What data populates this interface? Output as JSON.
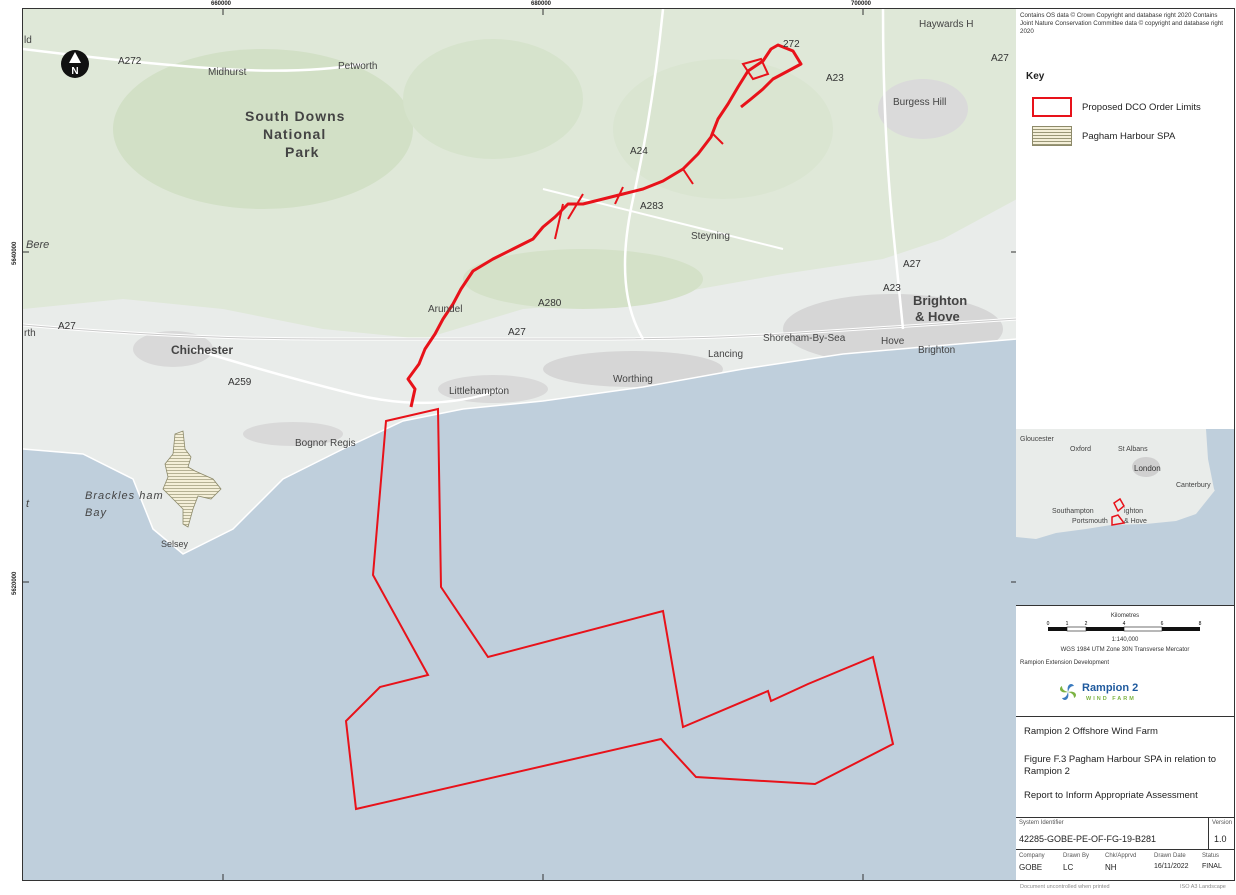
{
  "grid": {
    "x_labels": [
      "660000",
      "680000",
      "700000"
    ],
    "y_labels": [
      "5640000",
      "5620000"
    ]
  },
  "north_label": "N",
  "places": {
    "towns": [
      {
        "name": "Midhurst"
      },
      {
        "name": "Petworth"
      },
      {
        "name": "Chichester"
      },
      {
        "name": "Bognor Regis"
      },
      {
        "name": "Selsey"
      },
      {
        "name": "Arundel"
      },
      {
        "name": "Littlehampton"
      },
      {
        "name": "Worthing"
      },
      {
        "name": "Lancing"
      },
      {
        "name": "Shoreham-By-Sea"
      },
      {
        "name": "Hove"
      },
      {
        "name": "Brighton"
      },
      {
        "name": "Steyning"
      },
      {
        "name": "Burgess Hill"
      },
      {
        "name": "Haywards H"
      }
    ],
    "park_line1": "South Downs",
    "park_line2": "National",
    "park_line3": "Park",
    "brighton_hove_1": "Brighton",
    "brighton_hove_2": "& Hove",
    "bay_1": "Brackles ham",
    "bay_2": "Bay",
    "edge_bere": "Bere",
    "edge_rth": "rth",
    "edge_t": "t",
    "edge_ld": "ld"
  },
  "roads": [
    "A272",
    "A27",
    "A259",
    "A24",
    "A283",
    "A280",
    "A27",
    "A23",
    "A27",
    "A23",
    "A27",
    "272"
  ],
  "panel": {
    "copyright": "Contains OS data © Crown Copyright and database right 2020 Contains Joint Nature Conservation Committee data © copyright and database right 2020",
    "key_title": "Key",
    "key_items": [
      {
        "label": "Proposed DCO Order Limits",
        "color": "#e8121a"
      },
      {
        "label": "Pagham Harbour SPA",
        "color": "#9a9777"
      }
    ],
    "inset": {
      "places": [
        "Gloucester",
        "Oxford",
        "St Albans",
        "London",
        "Canterbury",
        "Southampton",
        "ighton",
        "Portsmouth",
        "& Hove"
      ]
    },
    "scale": {
      "units": "Kilometres",
      "ticks": [
        "0",
        "1",
        "2",
        "4",
        "6",
        "8"
      ],
      "ratio": "1:140,000",
      "projection": "WGS 1984 UTM Zone 30N Transverse Mercator",
      "developer": "Rampion Extension Development"
    },
    "logo": {
      "name": "Rampion 2",
      "tagline": "WIND FARM"
    },
    "title": {
      "project": "Rampion 2 Offshore Wind Farm",
      "figure": "Figure F.3 Pagham Harbour SPA in relation to Rampion 2",
      "report": "Report to Inform Appropriate Assessment"
    },
    "meta": {
      "system_label": "System Identifier",
      "system_value": "42285-GOBE-PE-OF-FG-19-B281",
      "version_label": "Version",
      "version_value": "1.0",
      "company_label": "Company",
      "company_value": "GOBE",
      "drawn_label": "Drawn By",
      "drawn_value": "LC",
      "chk_label": "Chk/Apprvd",
      "chk_value": "NH",
      "date_label": "Drawn Date",
      "date_value": "16/11/2022",
      "status_label": "Status",
      "status_value": "FINAL"
    },
    "footer_left": "Document uncontrolled when printed",
    "footer_right": "ISO A3 Landscape"
  },
  "colors": {
    "sea": "#bfcfdc",
    "land": "#e9ecea",
    "green": "#dde6d4",
    "urban": "#d9d9d9",
    "boundary": "#e8121a",
    "spa": "#9a9777"
  }
}
